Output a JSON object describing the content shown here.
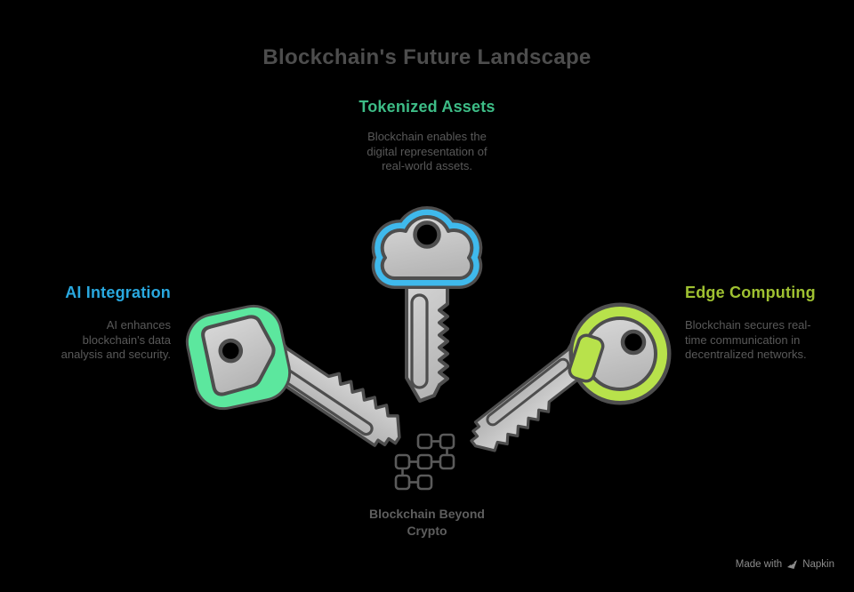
{
  "title": "Blockchain's Future Landscape",
  "sections": {
    "top": {
      "heading": "Tokenized Assets",
      "lines": [
        "Blockchain enables the",
        "digital representation of",
        "real-world assets."
      ]
    },
    "left": {
      "heading": "AI Integration",
      "lines": [
        "AI enhances",
        "blockchain's data",
        "analysis and security."
      ]
    },
    "right": {
      "heading": "Edge Computing",
      "lines": [
        "Blockchain secures real-",
        "time communication in",
        "decentralized networks."
      ]
    },
    "bottom": {
      "label_lines": [
        "Blockchain Beyond",
        "Crypto"
      ]
    }
  },
  "icons": {
    "top_key": "cloud-key-icon",
    "left_key": "square-key-icon",
    "right_key": "round-key-icon",
    "center": "blockchain-network-icon"
  },
  "watermark": {
    "prefix": "Made with",
    "brand": "Napkin"
  },
  "colors": {
    "background": "#000000",
    "title_text": "#4d4d4d",
    "body_text": "#595959",
    "bottom_label_text": "#5e5e5e",
    "watermark_text": "#8c8c8c",
    "heading_green": "#3dbc86",
    "heading_blue": "#29a8df",
    "heading_lime": "#9fc131",
    "key_outline": "#4e4e4e",
    "key_fill_light": "#d8d8d8",
    "key_fill_dark": "#b6b6b6",
    "rim_blue": "#3fb9ec",
    "rim_mint": "#5ce79e",
    "rim_lime": "#b8e24b",
    "hole": "#000000",
    "chain_icon": "#5a5a5a"
  }
}
